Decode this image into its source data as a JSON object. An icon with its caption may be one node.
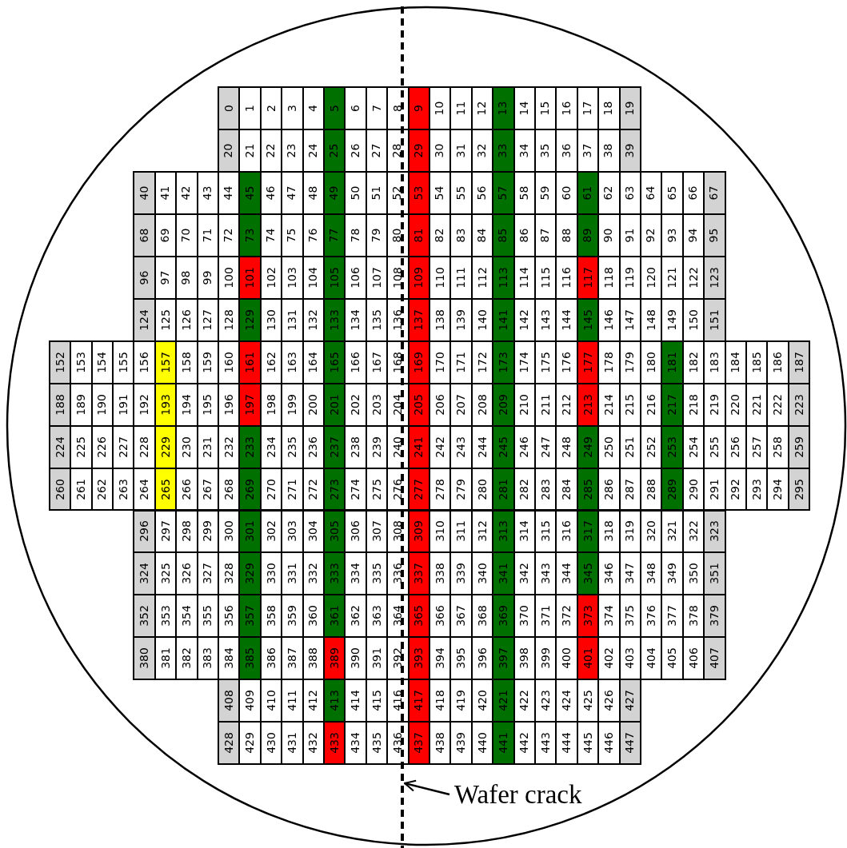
{
  "diagram": {
    "nodes": [
      {
        "text": [
          "0"
        ]
      },
      {
        "text": [
          "1"
        ]
      },
      {
        "text": [
          "2"
        ]
      },
      {
        "text": [
          "3"
        ]
      },
      {
        "text": [
          "4"
        ]
      },
      {
        "text": [
          "5"
        ]
      },
      {
        "text": [
          "6"
        ]
      },
      {
        "text": [
          "7"
        ]
      },
      {
        "text": [
          "8"
        ]
      },
      {
        "text": [
          "9"
        ]
      },
      {
        "text": [
          "10"
        ]
      },
      {
        "text": [
          "11"
        ]
      },
      {
        "text": [
          "12"
        ]
      },
      {
        "text": [
          "13"
        ]
      },
      {
        "text": [
          "14"
        ]
      },
      {
        "text": [
          "15"
        ]
      },
      {
        "text": [
          "16"
        ]
      },
      {
        "text": [
          "17"
        ]
      },
      {
        "text": [
          "18"
        ]
      },
      {
        "text": [
          "19"
        ]
      },
      {
        "text": [
          "20"
        ]
      },
      {
        "text": [
          "21"
        ]
      },
      {
        "text": [
          "22"
        ]
      },
      {
        "text": [
          "23"
        ]
      },
      {
        "text": [
          "24"
        ]
      },
      {
        "text": [
          "25"
        ]
      },
      {
        "text": [
          "26"
        ]
      },
      {
        "text": [
          "27"
        ]
      },
      {
        "text": [
          "28"
        ]
      },
      {
        "text": [
          "29"
        ]
      },
      {
        "text": [
          "30"
        ]
      },
      {
        "text": [
          "31"
        ]
      },
      {
        "text": [
          "32"
        ]
      },
      {
        "text": [
          "33"
        ]
      },
      {
        "text": [
          "34"
        ]
      },
      {
        "text": [
          "35"
        ]
      },
      {
        "text": [
          "36"
        ]
      },
      {
        "text": [
          "37"
        ]
      },
      {
        "text": [
          "38"
        ]
      },
      {
        "text": [
          "39"
        ]
      },
      {
        "text": [
          "40"
        ]
      },
      {
        "text": [
          "41"
        ]
      },
      {
        "text": [
          "42"
        ]
      },
      {
        "text": [
          "43"
        ]
      },
      {
        "text": [
          "44"
        ]
      },
      {
        "text": [
          "45"
        ]
      },
      {
        "text": [
          "46"
        ]
      },
      {
        "text": [
          "47"
        ]
      },
      {
        "text": [
          "48"
        ]
      },
      {
        "text": [
          "49"
        ]
      },
      {
        "text": [
          "50"
        ]
      },
      {
        "text": [
          "51"
        ]
      },
      {
        "text": [
          "52"
        ]
      },
      {
        "text": [
          "53"
        ]
      },
      {
        "text": [
          "54"
        ]
      },
      {
        "text": [
          "55"
        ]
      },
      {
        "text": [
          "56"
        ]
      },
      {
        "text": [
          "57"
        ]
      },
      {
        "text": [
          "58"
        ]
      },
      {
        "text": [
          "59"
        ]
      },
      {
        "text": [
          "60"
        ]
      },
      {
        "text": [
          "61"
        ]
      },
      {
        "text": [
          "62"
        ]
      },
      {
        "text": [
          "63"
        ]
      },
      {
        "text": [
          "64"
        ]
      },
      {
        "text": [
          "65"
        ]
      },
      {
        "text": [
          "66"
        ]
      },
      {
        "text": [
          "67"
        ]
      },
      {
        "text": [
          "68"
        ]
      },
      {
        "text": [
          "69"
        ]
      },
      {
        "text": [
          "70"
        ]
      },
      {
        "text": [
          "71"
        ]
      },
      {
        "text": [
          "72"
        ]
      },
      {
        "text": [
          "73"
        ]
      },
      {
        "text": [
          "74"
        ]
      },
      {
        "text": [
          "75"
        ]
      },
      {
        "text": [
          "76"
        ]
      },
      {
        "text": [
          "77"
        ]
      },
      {
        "text": [
          "78"
        ]
      },
      {
        "text": [
          "79"
        ]
      },
      {
        "text": [
          "80"
        ]
      },
      {
        "text": [
          "81"
        ]
      },
      {
        "text": [
          "82"
        ]
      },
      {
        "text": [
          "83"
        ]
      },
      {
        "text": [
          "84"
        ]
      },
      {
        "text": [
          "85"
        ]
      },
      {
        "text": [
          "86"
        ]
      },
      {
        "text": [
          "87"
        ]
      },
      {
        "text": [
          "88"
        ]
      },
      {
        "text": [
          "89"
        ]
      },
      {
        "text": [
          "90"
        ]
      },
      {
        "text": [
          "91"
        ]
      },
      {
        "text": [
          "92"
        ]
      },
      {
        "text": [
          "93"
        ]
      },
      {
        "text": [
          "94"
        ]
      },
      {
        "text": [
          "95"
        ]
      },
      {
        "text": [
          "96"
        ]
      },
      {
        "text": [
          "97"
        ]
      },
      {
        "text": [
          "98"
        ]
      },
      {
        "text": [
          "99"
        ]
      },
      {
        "text": [
          "100"
        ]
      },
      {
        "text": [
          "101"
        ]
      },
      {
        "text": [
          "102"
        ]
      },
      {
        "text": [
          "103"
        ]
      },
      {
        "text": [
          "104"
        ]
      },
      {
        "text": [
          "105"
        ]
      },
      {
        "text": [
          "106"
        ]
      },
      {
        "text": [
          "107"
        ]
      },
      {
        "text": [
          "108"
        ]
      },
      {
        "text": [
          "109"
        ]
      },
      {
        "text": [
          "110"
        ]
      },
      {
        "text": [
          "111"
        ]
      },
      {
        "text": [
          "112"
        ]
      },
      {
        "text": [
          "113"
        ]
      },
      {
        "text": [
          "114"
        ]
      },
      {
        "text": [
          "115"
        ]
      },
      {
        "text": [
          "116"
        ]
      },
      {
        "text": [
          "117"
        ]
      },
      {
        "text": [
          "118"
        ]
      },
      {
        "text": [
          "119"
        ]
      },
      {
        "text": [
          "120"
        ]
      },
      {
        "text": [
          "121"
        ]
      },
      {
        "text": [
          "122"
        ]
      },
      {
        "text": [
          "123"
        ]
      },
      {
        "text": [
          "124"
        ]
      },
      {
        "text": [
          "125"
        ]
      },
      {
        "text": [
          "126"
        ]
      },
      {
        "text": [
          "127"
        ]
      },
      {
        "text": [
          "128"
        ]
      },
      {
        "text": [
          "129"
        ]
      },
      {
        "text": [
          "130"
        ]
      },
      {
        "text": [
          "131"
        ]
      },
      {
        "text": [
          "132"
        ]
      },
      {
        "text": [
          "133"
        ]
      },
      {
        "text": [
          "134"
        ]
      },
      {
        "text": [
          "135"
        ]
      },
      {
        "text": [
          "136"
        ]
      },
      {
        "text": [
          "137"
        ]
      },
      {
        "text": [
          "138"
        ]
      },
      {
        "text": [
          "139"
        ]
      },
      {
        "text": [
          "140"
        ]
      },
      {
        "text": [
          "141"
        ]
      },
      {
        "text": [
          "142"
        ]
      },
      {
        "text": [
          "143"
        ]
      },
      {
        "text": [
          "144"
        ]
      },
      {
        "text": [
          "145"
        ]
      },
      {
        "text": [
          "146"
        ]
      },
      {
        "text": [
          "147"
        ]
      },
      {
        "text": [
          "148"
        ]
      },
      {
        "text": [
          "149"
        ]
      },
      {
        "text": [
          "150"
        ]
      },
      {
        "text": [
          "151"
        ]
      },
      {
        "text": [
          "152"
        ]
      },
      {
        "text": [
          "153"
        ]
      },
      {
        "text": [
          "154"
        ]
      },
      {
        "text": [
          "155"
        ]
      },
      {
        "text": [
          "156"
        ]
      },
      {
        "text": [
          "157"
        ]
      },
      {
        "text": [
          "158"
        ]
      },
      {
        "text": [
          "159"
        ]
      },
      {
        "text": [
          "160"
        ]
      },
      {
        "text": [
          "161"
        ]
      },
      {
        "text": [
          "162"
        ]
      },
      {
        "text": [
          "163"
        ]
      },
      {
        "text": [
          "164"
        ]
      },
      {
        "text": [
          "165"
        ]
      },
      {
        "text": [
          "166"
        ]
      },
      {
        "text": [
          "167"
        ]
      },
      {
        "text": [
          "168"
        ]
      },
      {
        "text": [
          "169"
        ]
      },
      {
        "text": [
          "170"
        ]
      },
      {
        "text": [
          "171"
        ]
      },
      {
        "text": [
          "172"
        ]
      },
      {
        "text": [
          "173"
        ]
      },
      {
        "text": [
          "174"
        ]
      },
      {
        "text": [
          "175"
        ]
      },
      {
        "text": [
          "176"
        ]
      },
      {
        "text": [
          "177"
        ]
      },
      {
        "text": [
          "178"
        ]
      },
      {
        "text": [
          "179"
        ]
      },
      {
        "text": [
          "180"
        ]
      },
      {
        "text": [
          "181"
        ]
      },
      {
        "text": [
          "182"
        ]
      },
      {
        "text": [
          "183"
        ]
      },
      {
        "text": [
          "184"
        ]
      },
      {
        "text": [
          "185"
        ]
      },
      {
        "text": [
          "186"
        ]
      },
      {
        "text": [
          "187"
        ]
      },
      {
        "text": [
          "188"
        ]
      },
      {
        "text": [
          "189"
        ]
      },
      {
        "text": [
          "190"
        ]
      },
      {
        "text": [
          "191"
        ]
      },
      {
        "text": [
          "192"
        ]
      },
      {
        "text": [
          "193"
        ]
      },
      {
        "text": [
          "194"
        ]
      },
      {
        "text": [
          "195"
        ]
      },
      {
        "text": [
          "196"
        ]
      },
      {
        "text": [
          "197"
        ]
      },
      {
        "text": [
          "198"
        ]
      },
      {
        "text": [
          "199"
        ]
      },
      {
        "text": [
          "200"
        ]
      },
      {
        "text": [
          "201"
        ]
      },
      {
        "text": [
          "202"
        ]
      },
      {
        "text": [
          "203"
        ]
      },
      {
        "text": [
          "204"
        ]
      },
      {
        "text": [
          "205"
        ]
      },
      {
        "text": [
          "206"
        ]
      },
      {
        "text": [
          "207"
        ]
      },
      {
        "text": [
          "208"
        ]
      },
      {
        "text": [
          "209"
        ]
      },
      {
        "text": [
          "210"
        ]
      },
      {
        "text": [
          "211"
        ]
      },
      {
        "text": [
          "212"
        ]
      },
      {
        "text": [
          "213"
        ]
      },
      {
        "text": [
          "214"
        ]
      },
      {
        "text": [
          "215"
        ]
      },
      {
        "text": [
          "216"
        ]
      },
      {
        "text": [
          "217"
        ]
      },
      {
        "text": [
          "218"
        ]
      },
      {
        "text": [
          "219"
        ]
      },
      {
        "text": [
          "220"
        ]
      },
      {
        "text": [
          "221"
        ]
      },
      {
        "text": [
          "222"
        ]
      },
      {
        "text": [
          "223"
        ]
      },
      {
        "text": [
          "224"
        ]
      },
      {
        "text": [
          "225"
        ]
      },
      {
        "text": [
          "226"
        ]
      },
      {
        "text": [
          "227"
        ]
      },
      {
        "text": [
          "228"
        ]
      },
      {
        "text": [
          "229"
        ]
      },
      {
        "text": [
          "230"
        ]
      },
      {
        "text": [
          "231"
        ]
      },
      {
        "text": [
          "232"
        ]
      },
      {
        "text": [
          "233"
        ]
      },
      {
        "text": [
          "234"
        ]
      },
      {
        "text": [
          "235"
        ]
      },
      {
        "text": [
          "236"
        ]
      },
      {
        "text": [
          "237"
        ]
      },
      {
        "text": [
          "238"
        ]
      },
      {
        "text": [
          "239"
        ]
      },
      {
        "text": [
          "240"
        ]
      },
      {
        "text": [
          "241"
        ]
      },
      {
        "text": [
          "242"
        ]
      },
      {
        "text": [
          "243"
        ]
      },
      {
        "text": [
          "244"
        ]
      },
      {
        "text": [
          "245"
        ]
      },
      {
        "text": [
          "246"
        ]
      },
      {
        "text": [
          "247"
        ]
      },
      {
        "text": [
          "248"
        ]
      },
      {
        "text": [
          "249"
        ]
      },
      {
        "text": [
          "250"
        ]
      },
      {
        "text": [
          "251"
        ]
      },
      {
        "text": [
          "252"
        ]
      },
      {
        "text": [
          "253"
        ]
      },
      {
        "text": [
          "254"
        ]
      },
      {
        "text": [
          "255"
        ]
      },
      {
        "text": [
          "256"
        ]
      },
      {
        "text": [
          "257"
        ]
      },
      {
        "text": [
          "258"
        ]
      },
      {
        "text": [
          "259"
        ]
      },
      {
        "text": [
          "260"
        ]
      },
      {
        "text": [
          "261"
        ]
      },
      {
        "text": [
          "262"
        ]
      },
      {
        "text": [
          "263"
        ]
      },
      {
        "text": [
          "264"
        ]
      },
      {
        "text": [
          "265"
        ]
      },
      {
        "text": [
          "266"
        ]
      },
      {
        "text": [
          "267"
        ]
      },
      {
        "text": [
          "268"
        ]
      },
      {
        "text": [
          "269"
        ]
      },
      {
        "text": [
          "270"
        ]
      },
      {
        "text": [
          "271"
        ]
      },
      {
        "text": [
          "272"
        ]
      },
      {
        "text": [
          "273"
        ]
      },
      {
        "text": [
          "274"
        ]
      },
      {
        "text": [
          "275"
        ]
      },
      {
        "text": [
          "276"
        ]
      },
      {
        "text": [
          "277"
        ]
      },
      {
        "text": [
          "278"
        ]
      },
      {
        "text": [
          "279"
        ]
      },
      {
        "text": [
          "280"
        ]
      },
      {
        "text": [
          "281"
        ]
      },
      {
        "text": [
          "282"
        ]
      },
      {
        "text": [
          "283"
        ]
      },
      {
        "text": [
          "284"
        ]
      },
      {
        "text": [
          "285"
        ]
      },
      {
        "text": [
          "286"
        ]
      },
      {
        "text": [
          "287"
        ]
      },
      {
        "text": [
          "288"
        ]
      },
      {
        "text": [
          "289"
        ]
      },
      {
        "text": [
          "290"
        ]
      },
      {
        "text": [
          "291"
        ]
      },
      {
        "text": [
          "292"
        ]
      },
      {
        "text": [
          "293"
        ]
      },
      {
        "text": [
          "294"
        ]
      },
      {
        "text": [
          "295"
        ]
      },
      {
        "text": [
          "296"
        ]
      },
      {
        "text": [
          "297"
        ]
      },
      {
        "text": [
          "298"
        ]
      },
      {
        "text": [
          "299"
        ]
      },
      {
        "text": [
          "300"
        ]
      },
      {
        "text": [
          "301"
        ]
      },
      {
        "text": [
          "302"
        ]
      },
      {
        "text": [
          "303"
        ]
      },
      {
        "text": [
          "304"
        ]
      },
      {
        "text": [
          "305"
        ]
      },
      {
        "text": [
          "306"
        ]
      },
      {
        "text": [
          "307"
        ]
      },
      {
        "text": [
          "308"
        ]
      },
      {
        "text": [
          "309"
        ]
      },
      {
        "text": [
          "310"
        ]
      },
      {
        "text": [
          "311"
        ]
      },
      {
        "text": [
          "312"
        ]
      },
      {
        "text": [
          "313"
        ]
      },
      {
        "text": [
          "314"
        ]
      },
      {
        "text": [
          "315"
        ]
      },
      {
        "text": [
          "316"
        ]
      },
      {
        "text": [
          "317"
        ]
      },
      {
        "text": [
          "318"
        ]
      },
      {
        "text": [
          "319"
        ]
      },
      {
        "text": [
          "320"
        ]
      },
      {
        "text": [
          "321"
        ]
      },
      {
        "text": [
          "322"
        ]
      },
      {
        "text": [
          "323"
        ]
      },
      {
        "text": [
          "324"
        ]
      },
      {
        "text": [
          "325"
        ]
      },
      {
        "text": [
          "326"
        ]
      },
      {
        "text": [
          "327"
        ]
      },
      {
        "text": [
          "328"
        ]
      },
      {
        "text": [
          "329"
        ]
      },
      {
        "text": [
          "330"
        ]
      },
      {
        "text": [
          "331"
        ]
      },
      {
        "text": [
          "332"
        ]
      },
      {
        "text": [
          "333"
        ]
      },
      {
        "text": [
          "334"
        ]
      },
      {
        "text": [
          "335"
        ]
      },
      {
        "text": [
          "336"
        ]
      },
      {
        "text": [
          "337"
        ]
      },
      {
        "text": [
          "338"
        ]
      },
      {
        "text": [
          "339"
        ]
      },
      {
        "text": [
          "340"
        ]
      },
      {
        "text": [
          "341"
        ]
      },
      {
        "text": [
          "342"
        ]
      },
      {
        "text": [
          "343"
        ]
      },
      {
        "text": [
          "344"
        ]
      },
      {
        "text": [
          "345"
        ]
      },
      {
        "text": [
          "346"
        ]
      },
      {
        "text": [
          "347"
        ]
      },
      {
        "text": [
          "348"
        ]
      },
      {
        "text": [
          "349"
        ]
      },
      {
        "text": [
          "350"
        ]
      },
      {
        "text": [
          "351"
        ]
      },
      {
        "text": [
          "352"
        ]
      },
      {
        "text": [
          "353"
        ]
      },
      {
        "text": [
          "354"
        ]
      },
      {
        "text": [
          "355"
        ]
      },
      {
        "text": [
          "356"
        ]
      },
      {
        "text": [
          "357"
        ]
      },
      {
        "text": [
          "358"
        ]
      },
      {
        "text": [
          "359"
        ]
      },
      {
        "text": [
          "360"
        ]
      },
      {
        "text": [
          "361"
        ]
      },
      {
        "text": [
          "362"
        ]
      },
      {
        "text": [
          "363"
        ]
      },
      {
        "text": [
          "364"
        ]
      },
      {
        "text": [
          "365"
        ]
      },
      {
        "text": [
          "366"
        ]
      },
      {
        "text": [
          "367"
        ]
      },
      {
        "text": [
          "368"
        ]
      },
      {
        "text": [
          "369"
        ]
      },
      {
        "text": [
          "370"
        ]
      },
      {
        "text": [
          "371"
        ]
      },
      {
        "text": [
          "372"
        ]
      },
      {
        "text": [
          "373"
        ]
      },
      {
        "text": [
          "374"
        ]
      },
      {
        "text": [
          "375"
        ]
      },
      {
        "text": [
          "376"
        ]
      },
      {
        "text": [
          "377"
        ]
      },
      {
        "text": [
          "378"
        ]
      },
      {
        "text": [
          "379"
        ]
      },
      {
        "text": [
          "380"
        ]
      },
      {
        "text": [
          "381"
        ]
      },
      {
        "text": [
          "382"
        ]
      },
      {
        "text": [
          "383"
        ]
      },
      {
        "text": [
          "384"
        ]
      },
      {
        "text": [
          "385"
        ]
      },
      {
        "text": [
          "386"
        ]
      },
      {
        "text": [
          "387"
        ]
      },
      {
        "text": [
          "388"
        ]
      },
      {
        "text": [
          "389"
        ]
      },
      {
        "text": [
          "390"
        ]
      },
      {
        "text": [
          "391"
        ]
      },
      {
        "text": [
          "392"
        ]
      },
      {
        "text": [
          "393"
        ]
      },
      {
        "text": [
          "394"
        ]
      },
      {
        "text": [
          "395"
        ]
      },
      {
        "text": [
          "396"
        ]
      },
      {
        "text": [
          "397"
        ]
      },
      {
        "text": [
          "398"
        ]
      },
      {
        "text": [
          "399"
        ]
      },
      {
        "text": [
          "400"
        ]
      },
      {
        "text": [
          "401"
        ]
      },
      {
        "text": [
          "402"
        ]
      },
      {
        "text": [
          "403"
        ]
      },
      {
        "text": [
          "404"
        ]
      },
      {
        "text": [
          "405"
        ]
      },
      {
        "text": [
          "406"
        ]
      },
      {
        "text": [
          "407"
        ]
      },
      {
        "text": [
          "408"
        ]
      },
      {
        "text": [
          "409"
        ]
      },
      {
        "text": [
          "410"
        ]
      },
      {
        "text": [
          "411"
        ]
      },
      {
        "text": [
          "412"
        ]
      },
      {
        "text": [
          "413"
        ]
      },
      {
        "text": [
          "414"
        ]
      },
      {
        "text": [
          "415"
        ]
      },
      {
        "text": [
          "416"
        ]
      },
      {
        "text": [
          "417"
        ]
      },
      {
        "text": [
          "418"
        ]
      },
      {
        "text": [
          "419"
        ]
      },
      {
        "text": [
          "420"
        ]
      },
      {
        "text": [
          "421"
        ]
      },
      {
        "text": [
          "422"
        ]
      },
      {
        "text": [
          "423"
        ]
      },
      {
        "text": [
          "424"
        ]
      },
      {
        "text": [
          "425"
        ]
      },
      {
        "text": [
          "426"
        ]
      },
      {
        "text": [
          "427"
        ]
      },
      {
        "text": [
          "428"
        ]
      },
      {
        "text": [
          "429"
        ]
      },
      {
        "text": [
          "430"
        ]
      },
      {
        "text": [
          "431"
        ]
      },
      {
        "text": [
          "432"
        ]
      },
      {
        "text": [
          "433"
        ]
      },
      {
        "text": [
          "434"
        ]
      },
      {
        "text": [
          "435"
        ]
      },
      {
        "text": [
          "436"
        ]
      },
      {
        "text": [
          "437"
        ]
      },
      {
        "text": [
          "438"
        ]
      },
      {
        "text": [
          "439"
        ]
      },
      {
        "text": [
          "440"
        ]
      },
      {
        "text": [
          "441"
        ]
      },
      {
        "text": [
          "442"
        ]
      },
      {
        "text": [
          "443"
        ]
      },
      {
        "text": [
          "444"
        ]
      },
      {
        "text": [
          "445"
        ]
      },
      {
        "text": [
          "446"
        ]
      },
      {
        "text": [
          "447"
        ]
      },
      {
        "text": [],
        "shape": "line"
      },
      {
        "text": [
          "Wafer crack"
        ]
      }
    ],
    "edges": [
      {
        "from": 449,
        "to": 448,
        "arrow": "to"
      }
    ]
  }
}
